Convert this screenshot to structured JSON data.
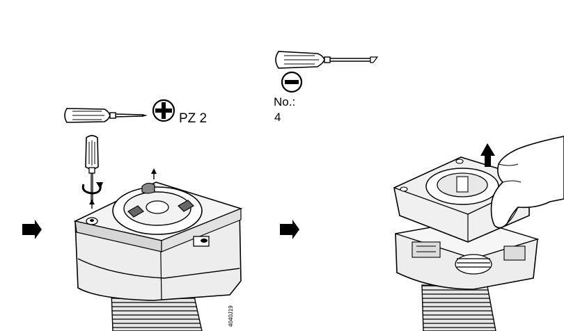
{
  "tool_left": {
    "bit_label": "PZ 2",
    "bit_icon": "phillips-cross-icon"
  },
  "tool_right": {
    "bit_icon": "slotted-minus-icon",
    "number_label": "No.:",
    "number_value": "4"
  },
  "document_id": "4040J19",
  "icons": {
    "step_arrow": "step-arrow-icon",
    "up_arrow": "lift-arrow-icon",
    "rotate": "rotate-icon"
  },
  "colors": {
    "ink": "#000000",
    "paper": "#ffffff",
    "housing": "#ececec",
    "shadow": "#c9c9c9",
    "dark": "#3a3a3a"
  }
}
